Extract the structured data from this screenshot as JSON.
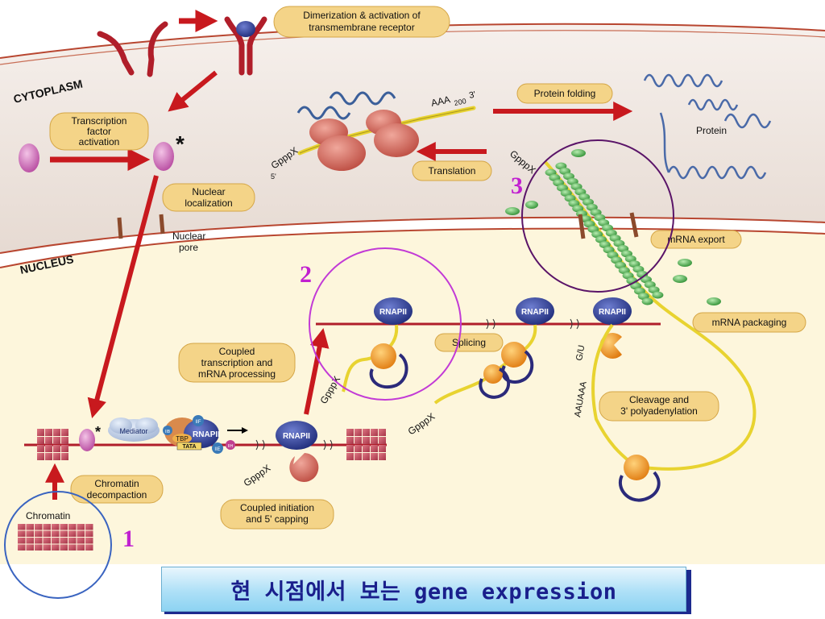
{
  "regions": {
    "cytoplasm": "CYTOPLASM",
    "nucleus": "NUCLEUS"
  },
  "labels": {
    "dimerization": [
      "Dimerization & activation of",
      "transmembrane receptor"
    ],
    "tf_activation": [
      "Transcription",
      "factor",
      "activation"
    ],
    "nuclear_localization": [
      "Nuclear",
      "localization"
    ],
    "nuclear_pore": [
      "Nuclear",
      "pore"
    ],
    "protein_folding": "Protein folding",
    "protein": "Protein",
    "translation": "Translation",
    "mrna_export": "mRNA export",
    "mrna_packaging": "mRNA packaging",
    "splicing": "Splicing",
    "coupled_processing": [
      "Coupled",
      "transcription and",
      "mRNA processing"
    ],
    "cleavage": [
      "Cleavage and",
      "3' polyadenylation"
    ],
    "chromatin_decompaction": [
      "Chromatin",
      "decompaction"
    ],
    "chromatin": "Chromatin",
    "coupled_initiation": [
      "Coupled initiation",
      "and 5' capping"
    ]
  },
  "molecules": {
    "rnapii": "RNAPII",
    "mediator": "Mediator",
    "tbp": "TBP",
    "tata": "TATA",
    "iif": "IIF",
    "iie": "IIE",
    "iih": "IIH",
    "iib": "IIB",
    "cap": "GpppX",
    "five_prime": "5'",
    "poly_a": "AAA",
    "poly_a_len": "200",
    "three_prime": "3'",
    "aauaaa": "AAUAAA",
    "gu": "G/U",
    "star": "*"
  },
  "step_numbers": [
    "1",
    "2",
    "3"
  ],
  "footer": {
    "title": "현 시점에서 보는 gene expression"
  },
  "colors": {
    "cytoplasm": "#efe6e0",
    "nucleus": "#fdf6dc",
    "membrane": "#b84630",
    "arrow": "#c8191e",
    "pill": "#f4d488",
    "rnapii": "#2a3a8e",
    "rna": "#e8d330",
    "ribosome": "#d9675a",
    "circle_blue": "#3a64c0",
    "circle_magenta": "#c23ad6",
    "circle_purple": "#5a1468",
    "number_magenta": "#c120d0"
  }
}
